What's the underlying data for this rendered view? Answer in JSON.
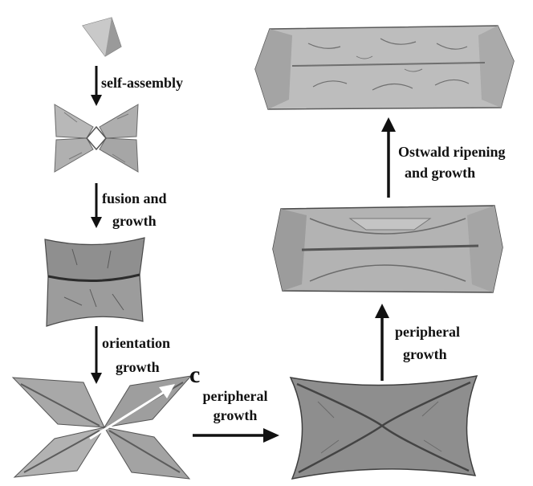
{
  "labels": {
    "self_assembly": "self-assembly",
    "fusion_line1": "fusion and",
    "fusion_line2": "growth",
    "orientation_line1": "orientation",
    "orientation_line2": "growth",
    "axis_c": "c",
    "peripheral1_line1": "peripheral",
    "peripheral1_line2": "growth",
    "peripheral2_line1": "peripheral",
    "peripheral2_line2": "growth",
    "ostwald_line1": "Ostwald ripening",
    "ostwald_line2": "and growth"
  },
  "colors": {
    "crystal_fill": "#a9a9a9",
    "crystal_light": "#cfcfcf",
    "crystal_dark": "#555555",
    "arrow": "#111111",
    "axis_arrow": "#ffffff"
  }
}
